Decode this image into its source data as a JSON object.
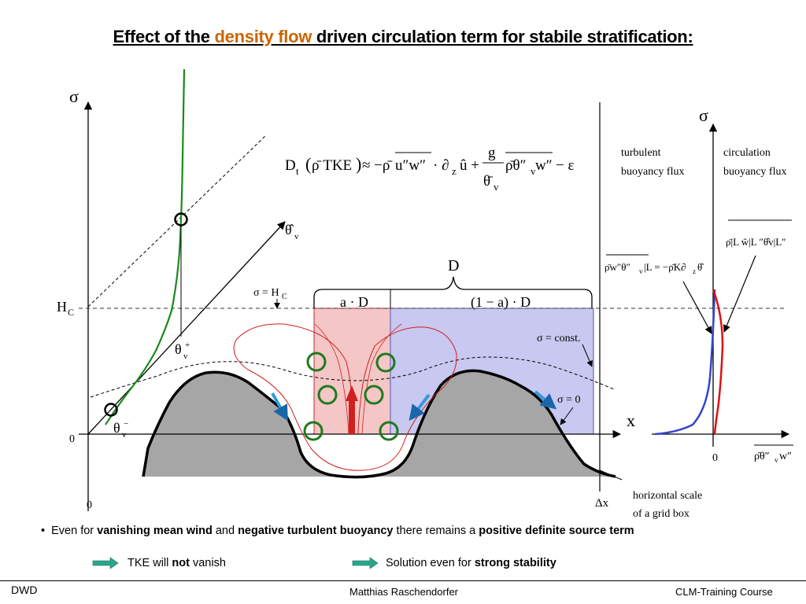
{
  "title": {
    "before": "Effect of the ",
    "highlight": "density flow",
    "after": " driven circulation term for stabile stratification:"
  },
  "equation": {
    "lhs": "D",
    "lhs_sub": "t",
    "lhs_paren": "ρ̄ TKE",
    "approx": "≈ −ρ̄",
    "flux1": "u″w″",
    "dot_dz": "· ∂",
    "dz_sub": "z",
    "uhat": "û +",
    "frac_num": "g",
    "frac_den": "θ̄",
    "frac_den_sub": "v",
    "rho_theta": "ρ̄θ″",
    "rho_theta_sub": "v",
    "w2": "w″",
    "minus_eps": "− ε"
  },
  "axes": {
    "sigma_left": "σ",
    "sigma_right": "σ",
    "hc": "H",
    "hc_sub": "C",
    "zero_y": "0",
    "zero_x": "0",
    "x_label": "x",
    "dx_label": "Δx",
    "theta_hat": "θ̂",
    "theta_hat_sub": "v",
    "theta_plus": "θ",
    "theta_plus_sub": "v",
    "theta_plus_sup": "+",
    "theta_minus": "θ",
    "theta_minus_sub": "v",
    "theta_minus_sup": "−",
    "sigma_hc": "σ = H",
    "sigma_hc_sub": "C",
    "sigma_const": "σ = const.",
    "sigma_zero": "σ = 0"
  },
  "domain": {
    "D": "D",
    "aD": "a · D",
    "oneminusa": "(1 − a) · D"
  },
  "flux_panel": {
    "turbulent_1": "turbulent",
    "turbulent_2": "buoyancy flux",
    "circulation_1": "circulation",
    "circulation_2": "buoyancy flux",
    "turb_formula": "ρ̄w″θ″",
    "turb_formula_sub": "v",
    "turb_formula_rest": "|L = −ρ̄K∂",
    "turb_formula_sub2": "z",
    "turb_formula_end": "θ̂",
    "circ_formula": "ρ̄|L ŵ|L ″θ̂v|L″",
    "zero": "0",
    "x_axis_label": "ρ̄θ″",
    "x_axis_sub": "v",
    "x_axis_end": "w″"
  },
  "horizontal_scale": {
    "line1": "horizontal scale",
    "line2": "of a grid box"
  },
  "bullet": {
    "dot": "•",
    "t1": "Even for ",
    "b1": "vanishing mean wind",
    "t2": " and ",
    "b2": "negative turbulent buoyancy",
    "t3": " there remains a ",
    "b3": "positive definite source term"
  },
  "note_left": {
    "t": "TKE will ",
    "b": "not",
    "t2": " vanish"
  },
  "note_right": {
    "t": "Solution even for ",
    "b": "strong stability"
  },
  "footer": {
    "left": "DWD",
    "center": "Matthias Raschendorfer",
    "right": "CLM-Training Course"
  },
  "colors": {
    "title_highlight": "#cc6600",
    "terrain": "#a6a6a6",
    "box_a": "#f4c6c6",
    "box_rest": "#c8c8f0",
    "profile_green": "#1a8a1a",
    "eddy": "#1e7a1e",
    "flow_red": "#d02020",
    "arrow_blue": "#3399dd",
    "turb_flux": "#3344cc",
    "circ_flux": "#dd1111",
    "teal_arrow": "#2aa58a"
  }
}
